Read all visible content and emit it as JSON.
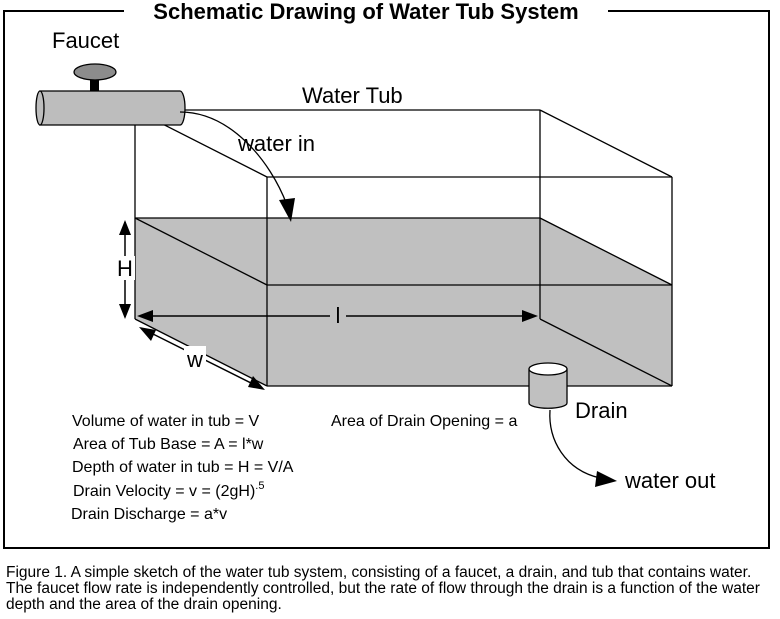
{
  "title": "Schematic Drawing of Water Tub System",
  "labels": {
    "faucet": "Faucet",
    "water_tub": "Water Tub",
    "water_in": "water in",
    "height": "H",
    "length": "l",
    "width": "w",
    "drain": "Drain",
    "water_out": "water out"
  },
  "equations": {
    "volume": "Volume of water in tub = V",
    "area_base": "Area of Tub Base = A = l*w",
    "depth": "Depth of water in tub = H = V/A",
    "velocity_main": "Drain Velocity = v = (2gH)",
    "velocity_exp": ".5",
    "discharge": "Drain Discharge = a*v",
    "drain_area": "Area of Drain Opening = a"
  },
  "caption": "Figure 1. A simple sketch of the water tub system, consisting of a faucet, a drain, and tub that contains water.  The faucet flow rate is independently controlled, but the rate of flow through the drain is a function of the water depth and the area of the drain opening.",
  "colors": {
    "water": "#c0c0c0",
    "faucet_pipe": "#bdbdbd",
    "faucet_knob": "#8c8c8c",
    "line": "#000000"
  }
}
